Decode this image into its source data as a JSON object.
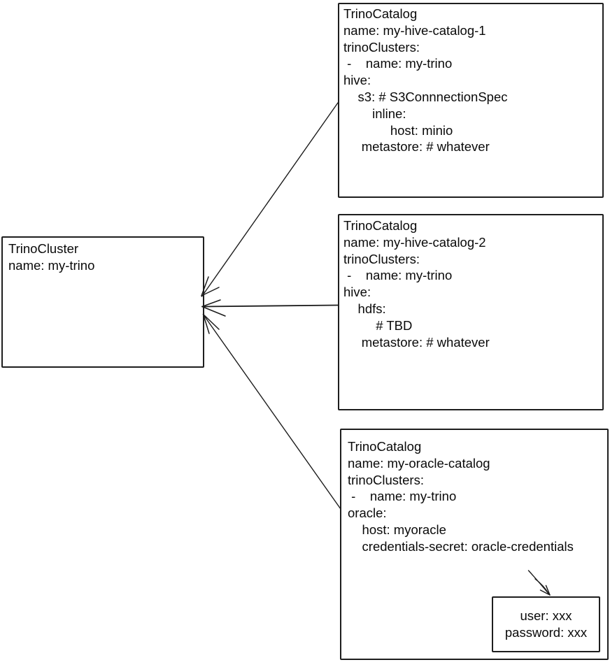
{
  "colors": {
    "background": "#ffffff",
    "stroke": "#1c1c1c",
    "text": "#0a0a0a"
  },
  "cluster_box": {
    "name": "TrinoCluster",
    "lines": [
      "TrinoCluster",
      "name: my-trino"
    ]
  },
  "catalog_boxes": [
    {
      "name": "trino-catalog-1",
      "lines": [
        "TrinoCatalog",
        "name: my-hive-catalog-1",
        "trinoClusters:",
        " -    name: my-trino",
        "hive:",
        "    s3: # S3ConnnectionSpec",
        "        inline:",
        "             host: minio",
        "     metastore: # whatever"
      ]
    },
    {
      "name": "trino-catalog-2",
      "lines": [
        "TrinoCatalog",
        "name: my-hive-catalog-2",
        "trinoClusters:",
        " -    name: my-trino",
        "hive:",
        "    hdfs:",
        "         # TBD",
        "     metastore: # whatever"
      ]
    },
    {
      "name": "trino-catalog-3",
      "lines": [
        "TrinoCatalog",
        "name: my-oracle-catalog",
        "trinoClusters:",
        " -    name: my-trino",
        "oracle:",
        "    host: myoracle",
        "    credentials-secret: oracle-credentials"
      ]
    }
  ],
  "credentials_box": {
    "lines": [
      "user: xxx",
      "password: xxx"
    ]
  },
  "connections": [
    {
      "from": "trino-catalog-1",
      "to": "trino-cluster",
      "type": "arrow"
    },
    {
      "from": "trino-catalog-2",
      "to": "trino-cluster",
      "type": "arrow"
    },
    {
      "from": "trino-catalog-3",
      "to": "trino-cluster",
      "type": "arrow"
    },
    {
      "from": "credentials-secret-annotation",
      "to": "credentials-box",
      "type": "arrow"
    }
  ]
}
